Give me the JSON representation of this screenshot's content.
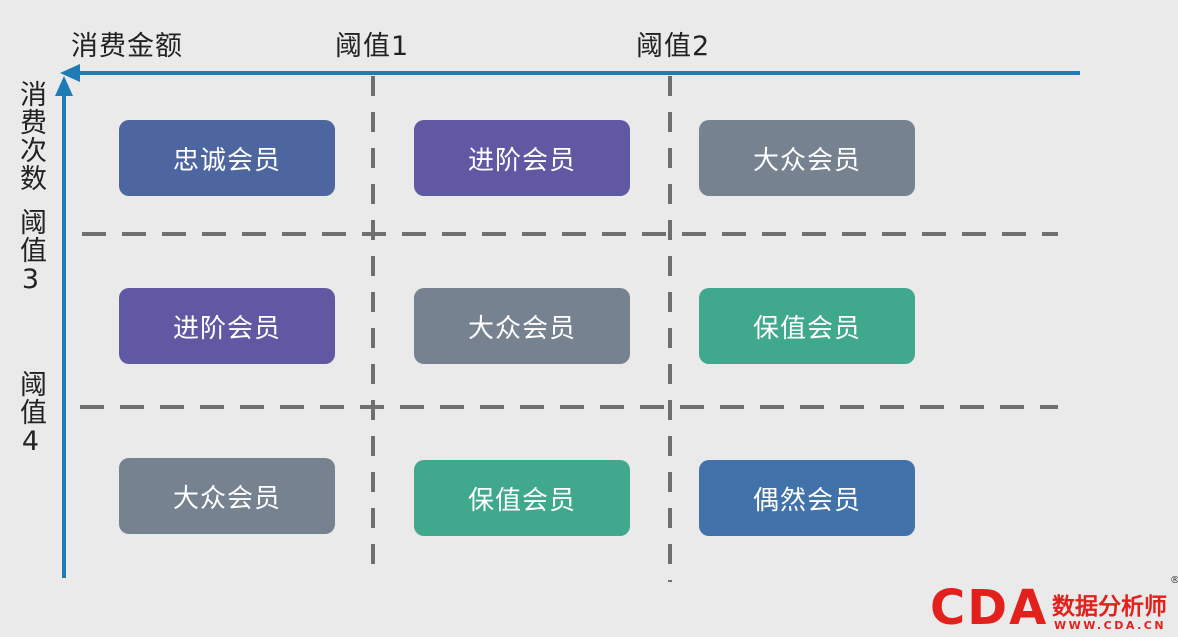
{
  "axes": {
    "x_title": "消费金额",
    "x_threshold_1": "阈值1",
    "x_threshold_2": "阈值2",
    "y_title": "消费次数",
    "y_threshold_3": "阈值3",
    "y_threshold_4": "阈值4"
  },
  "grid": {
    "row_1": [
      "忠诚会员",
      "进阶会员",
      "大众会员"
    ],
    "row_2": [
      "进阶会员",
      "大众会员",
      "保值会员"
    ],
    "row_3": [
      "大众会员",
      "保值会员",
      "偶然会员"
    ]
  },
  "colors": {
    "axis": "#1f7bb6",
    "divider": "#6f6f6f",
    "loyal": "#4e66a0",
    "advanced": "#6158a3",
    "mass": "#778290",
    "value": "#3fa88d",
    "occasional": "#4272aa",
    "logo_red": "#e3211c"
  },
  "logo": {
    "brand": "CDA",
    "tagline": "数据分析师",
    "url": "WWW.CDA.CN",
    "registered": "®"
  }
}
